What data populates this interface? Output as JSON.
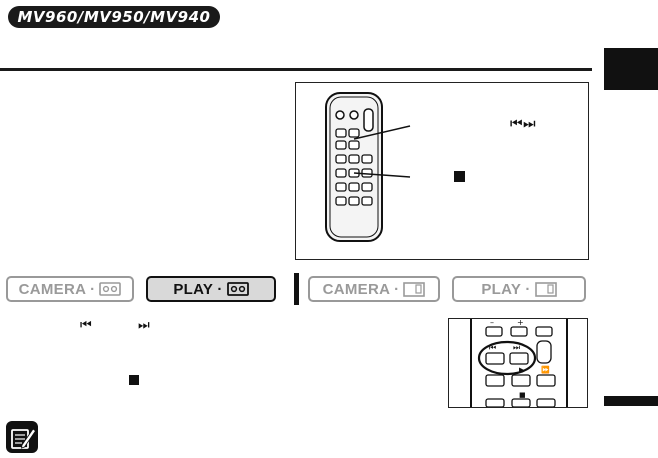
{
  "header": {
    "model_badge": "MV960/MV950/MV940"
  },
  "icons": {
    "tape": "tape-cassette-icon",
    "card": "memory-card-icon",
    "skip": "skip-back-forward-icon",
    "stop": "stop-icon",
    "notes": "notes-pencil-icon"
  },
  "figure": {
    "callout_top_glyph": "⏮ ⏭"
  },
  "mode_buttons": [
    {
      "label": "CAMERA ·",
      "media": "tape",
      "active": false
    },
    {
      "label": "PLAY ·",
      "media": "tape",
      "active": true
    },
    {
      "label": "CAMERA ·",
      "media": "card",
      "active": false
    },
    {
      "label": "PLAY ·",
      "media": "card",
      "active": false
    }
  ],
  "body_text": {
    "skip_back": "⏮",
    "skip_forward": "⏭"
  },
  "colors": {
    "ink": "#111111",
    "inactive_text": "#9a9a9a",
    "active_fill": "#d9d9d9"
  }
}
